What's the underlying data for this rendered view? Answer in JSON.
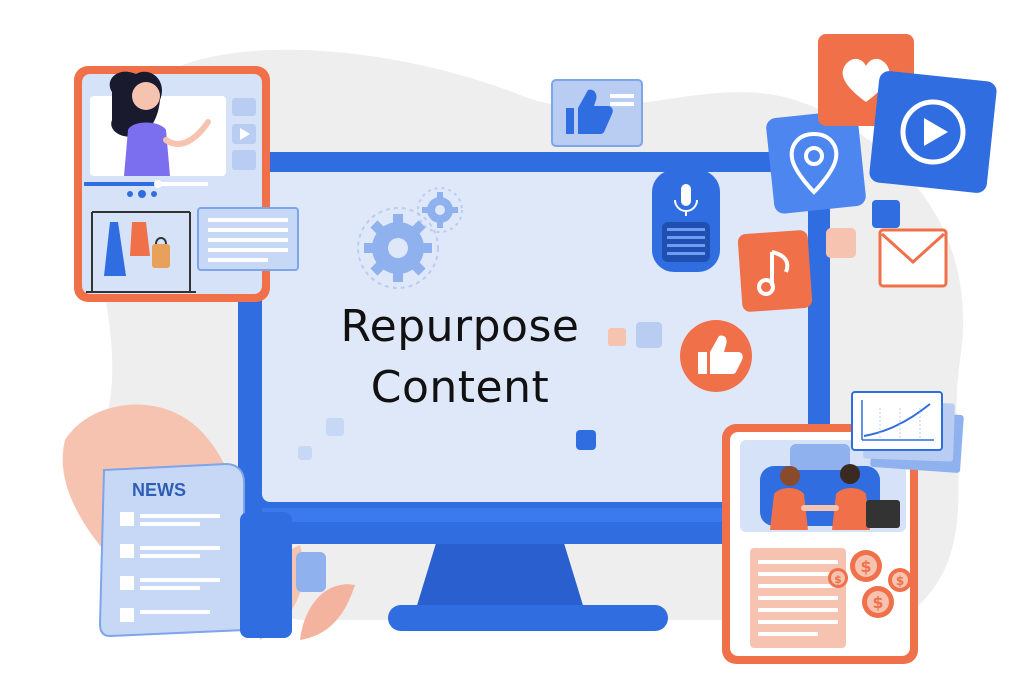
{
  "headline": {
    "line1": "Repurpose",
    "line2": "Content"
  },
  "news_card": {
    "label": "NEWS"
  },
  "colors": {
    "primary_blue": "#2f6de1",
    "screen_fill": "#dfe8f9",
    "accent_orange": "#f0704a",
    "light_blob": "#eeeeee",
    "peach": "#f6c3b1"
  },
  "icons": [
    "like-icon",
    "heart-icon",
    "play-icon",
    "location-pin-icon",
    "mail-icon",
    "music-note-icon",
    "microphone-icon",
    "thumbs-up-icon",
    "gear-icon",
    "dollar-coin-icon",
    "growth-chart-icon"
  ]
}
